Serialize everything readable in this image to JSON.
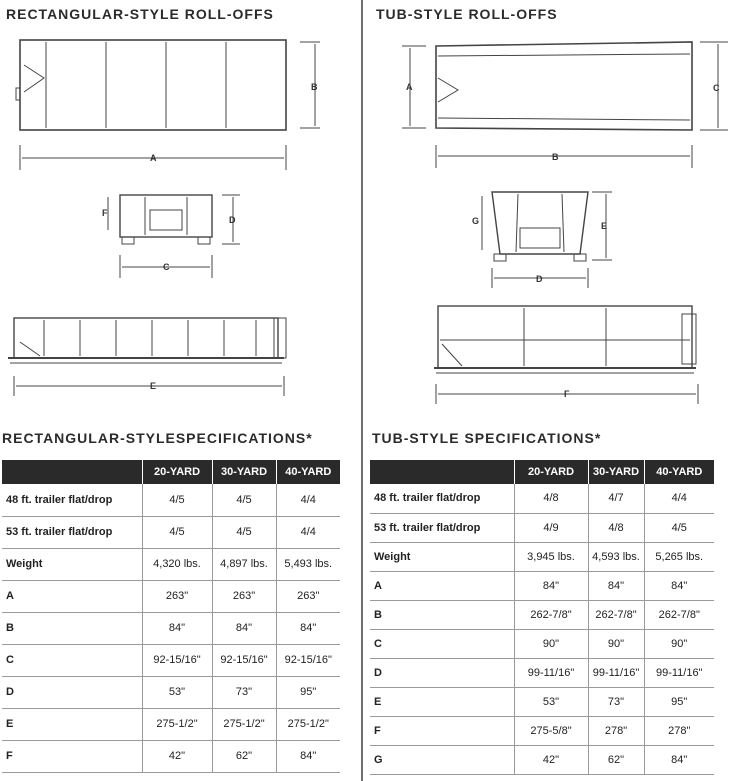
{
  "left": {
    "title": "RECTANGULAR-STYLE ROLL-OFFS",
    "spec_title": "RECTANGULAR-STYLESPECIFICATIONS*",
    "dims": {
      "a": "A",
      "b": "B",
      "c": "C",
      "d": "D",
      "e": "E",
      "f": "F"
    },
    "table": {
      "columns": [
        "",
        "20-YARD",
        "30-YARD",
        "40-YARD"
      ],
      "rows": [
        {
          "label": "48 ft. trailer flat/drop",
          "values": [
            "4/5",
            "4/5",
            "4/4"
          ]
        },
        {
          "label": "53 ft. trailer flat/drop",
          "values": [
            "4/5",
            "4/5",
            "4/4"
          ]
        },
        {
          "label": "Weight",
          "values": [
            "4,320 lbs.",
            "4,897 lbs.",
            "5,493 lbs."
          ]
        },
        {
          "label": "A",
          "values": [
            "263\"",
            "263\"",
            "263\""
          ]
        },
        {
          "label": "B",
          "values": [
            "84\"",
            "84\"",
            "84\""
          ]
        },
        {
          "label": "C",
          "values": [
            "92-15/16\"",
            "92-15/16\"",
            "92-15/16\""
          ]
        },
        {
          "label": "D",
          "values": [
            "53\"",
            "73\"",
            "95\""
          ]
        },
        {
          "label": "E",
          "values": [
            "275-1/2\"",
            "275-1/2\"",
            "275-1/2\""
          ]
        },
        {
          "label": "F",
          "values": [
            "42\"",
            "62\"",
            "84\""
          ]
        }
      ]
    }
  },
  "right": {
    "title": "TUB-STYLE ROLL-OFFS",
    "spec_title": "TUB-STYLE SPECIFICATIONS*",
    "dims": {
      "a": "A",
      "b": "B",
      "c": "C",
      "d": "D",
      "e": "E",
      "f": "F",
      "g": "G"
    },
    "table": {
      "columns": [
        "",
        "20-YARD",
        "30-YARD",
        "40-YARD"
      ],
      "rows": [
        {
          "label": "48 ft. trailer flat/drop",
          "values": [
            "4/8",
            "4/7",
            "4/4"
          ]
        },
        {
          "label": "53 ft. trailer flat/drop",
          "values": [
            "4/9",
            "4/8",
            "4/5"
          ]
        },
        {
          "label": "Weight",
          "values": [
            "3,945 lbs.",
            "4,593 lbs.",
            "5,265 lbs."
          ]
        },
        {
          "label": "A",
          "values": [
            "84\"",
            "84\"",
            "84\""
          ]
        },
        {
          "label": "B",
          "values": [
            "262-7/8\"",
            "262-7/8\"",
            "262-7/8\""
          ]
        },
        {
          "label": "C",
          "values": [
            "90\"",
            "90\"",
            "90\""
          ]
        },
        {
          "label": "D",
          "values": [
            "99-11/16\"",
            "99-11/16\"",
            "99-11/16\""
          ]
        },
        {
          "label": "E",
          "values": [
            "53\"",
            "73\"",
            "95\""
          ]
        },
        {
          "label": "F",
          "values": [
            "275-5/8\"",
            "278\"",
            "278\""
          ]
        },
        {
          "label": "G",
          "values": [
            "42\"",
            "62\"",
            "84\""
          ]
        }
      ]
    }
  }
}
